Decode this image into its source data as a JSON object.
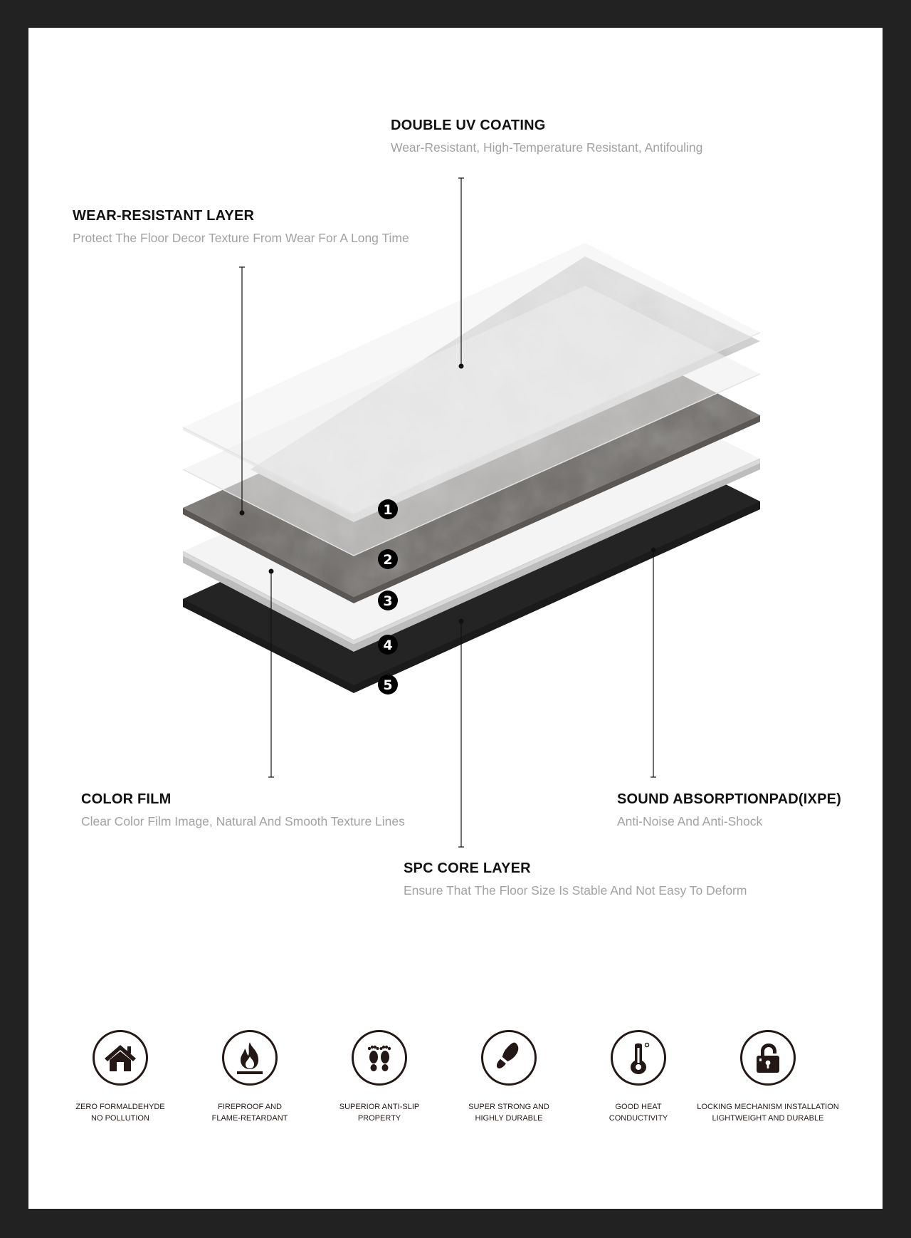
{
  "callouts": {
    "double_uv": {
      "title": "DOUBLE UV COATING",
      "desc": "Wear-Resistant, High-Temperature Resistant, Antifouling"
    },
    "wear_layer": {
      "title": "WEAR-RESISTANT LAYER",
      "desc": "Protect The Floor Decor Texture From Wear For A Long Time"
    },
    "color_film": {
      "title": "COLOR FILM",
      "desc": "Clear Color Film Image, Natural And Smooth Texture Lines"
    },
    "sound_pad": {
      "title": "SOUND ABSORPTIONPAD(IXPE)",
      "desc": "Anti-Noise And Anti-Shock"
    },
    "spc_core": {
      "title": "SPC CORE LAYER",
      "desc": "Ensure That The Floor Size Is Stable And Not Easy To Deform"
    }
  },
  "layer_numbers": [
    "1",
    "2",
    "3",
    "4",
    "5"
  ],
  "features": [
    {
      "icon": "house-icon",
      "line1": "ZERO FORMALDEHYDE",
      "line2": "NO POLLUTION"
    },
    {
      "icon": "flame-icon",
      "line1": "FIREPROOF AND",
      "line2": "FLAME-RETARDANT"
    },
    {
      "icon": "footprints-icon",
      "line1": "SUPERIOR ANTI-SLIP",
      "line2": "PROPERTY"
    },
    {
      "icon": "shoe-print-icon",
      "line1": "SUPER STRONG AND",
      "line2": "HIGHLY DURABLE"
    },
    {
      "icon": "thermometer-icon",
      "line1": "GOOD HEAT",
      "line2": "CONDUCTIVITY"
    },
    {
      "icon": "padlock-icon",
      "line1": "LOCKING MECHANISM INSTALLATION",
      "line2": "LIGHTWEIGHT AND DURABLE"
    }
  ],
  "colors": {
    "frame": "#222222",
    "page": "#ffffff",
    "title": "#111111",
    "desc": "#a2a2a2",
    "icon": "#231815",
    "stone_light": "#d3d3d3",
    "stone_dark": "#6f6c69",
    "core": "#f5f5f5",
    "pad": "#1b1b1b"
  }
}
